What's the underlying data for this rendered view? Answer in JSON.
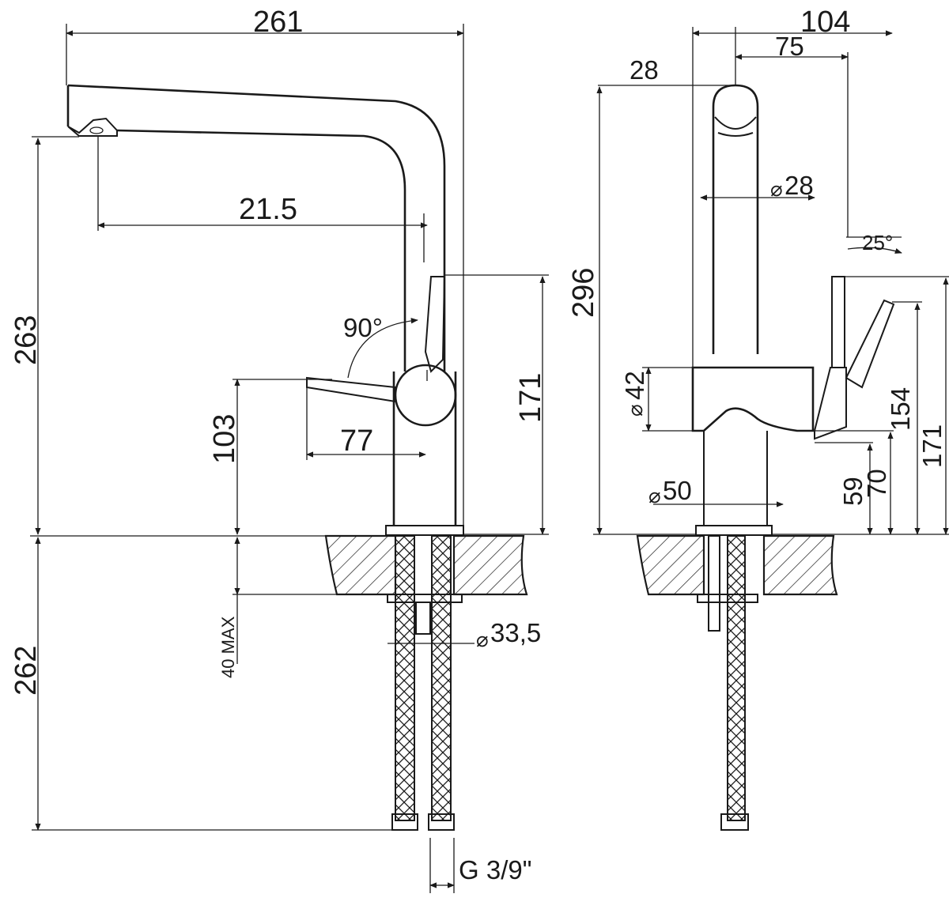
{
  "side_view": {
    "dim_width": "261",
    "dim_spout_reach": "21.5",
    "dim_total_height": "263",
    "dim_handle_height": "103",
    "dim_handle_reach": "77",
    "dim_body_height": "171",
    "dim_below_deck": "262",
    "dim_deck_max": "40 MAX",
    "dim_shank": "33,5",
    "dim_thread": "G 3/9\"",
    "dim_angle": "90°"
  },
  "front_view": {
    "dim_depth": "104",
    "dim_lever": "75",
    "dim_spout_top": "28",
    "dim_spout_diam": "28",
    "dim_height": "296",
    "dim_body_diam": "42",
    "dim_base_diam": "50",
    "dim_angle": "25°",
    "dim_154": "154",
    "dim_171": "171",
    "dim_59": "59",
    "dim_70": "70"
  }
}
